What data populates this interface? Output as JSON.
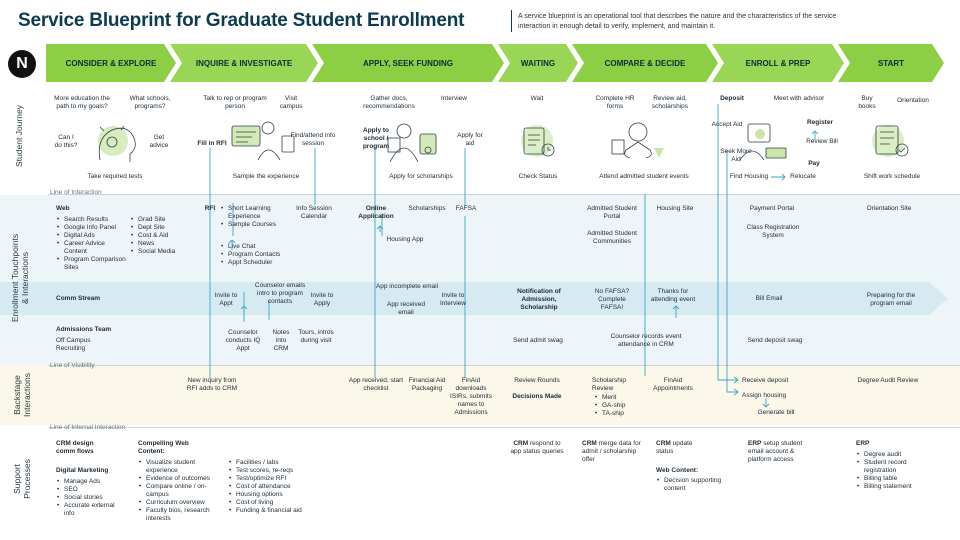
{
  "title": "Service Blueprint for Graduate Student Enrollment",
  "description": "A service blueprint is an operational tool that describes the nature and the characteristics of the service interaction in enough detail to verify, implement, and maintain it.",
  "logo_letter": "N",
  "colors": {
    "phase": "#8ccf45",
    "connector": "#3aa6c8",
    "title": "#0d3b4f"
  },
  "phases": [
    "CONSIDER & EXPLORE",
    "INQUIRE & INVESTIGATE",
    "APPLY, SEEK FUNDING",
    "WAITING",
    "COMPARE & DECIDE",
    "ENROLL & PREP",
    "START"
  ],
  "row_labels": {
    "journey": "Student Journey",
    "touchpoints_1": "Enrollment Touchpoints",
    "touchpoints_2": "& Interactions",
    "backstage_1": "Backstage",
    "backstage_2": "Interactions",
    "support_1": "Support",
    "support_2": "Processes"
  },
  "lines": {
    "interaction": "Line of Interaction",
    "visibility": "Line of Visibility",
    "internal": "Line of Internal Interaction"
  },
  "journey": {
    "consider": {
      "q1": "More education the path to my goals?",
      "q2": "What schools, programs?",
      "q3": "Can I do this?",
      "q4": "Get advice",
      "step": "Take required tests"
    },
    "inquire": {
      "a": "Talk to rep or program person",
      "b": "Visit campus",
      "c": "Fill in RFI",
      "d": "Find/attend info session",
      "step": "Sample the experience"
    },
    "apply": {
      "a": "Gather docs, recommendations",
      "b": "Interview",
      "c": "Apply to school / program",
      "d": "Apply for aid",
      "step": "Apply for scholarships"
    },
    "waiting": {
      "a": "Wait",
      "step": "Check Status"
    },
    "compare": {
      "a": "Complete HR forms",
      "b": "Review aid, scholarships",
      "step": "Attend admitted student events"
    },
    "enroll": {
      "a": "Deposit",
      "b": "Meet with advisor",
      "c": "Accept Aid",
      "d": "Register",
      "e": "Seek More Aid",
      "f": "Review Bill",
      "g": "Pay",
      "h": "Find Housing",
      "i": "Relocate"
    },
    "start": {
      "a": "Buy books",
      "b": "Orientation",
      "step": "Shift work schedule"
    }
  },
  "touch": {
    "web_title": "Web",
    "web_col1": [
      "Search Results",
      "Google Info Panel",
      "Digital Ads",
      "Career Advice Content",
      "Program Comparison Sites"
    ],
    "web_col2": [
      "Grad Site",
      "Dept Site",
      "Cost & Aid",
      "News",
      "Social Media"
    ],
    "rfi": "RFI",
    "inq_list1": [
      "Short Learning Experience",
      "Sample Courses"
    ],
    "inq_list2": [
      "Live Chat",
      "Program Contacts",
      "Appt Scheduler"
    ],
    "info_calendar": "Info Session Calendar",
    "online_app": "Online Application",
    "scholarships": "Scholarships",
    "fafsa": "FAFSA",
    "housing_app": "Housing App",
    "admitted_portal": "Admitted Student Portal",
    "admitted_comm": "Admitted Student Communities",
    "housing_site": "Housing Site",
    "payment_portal": "Payment Portal",
    "class_reg": "Class Registration System",
    "orientation_site": "Orientation Site",
    "comm_stream": "Comm Stream",
    "invite_appt": "Invite to Appt",
    "counselor_emails": "Counselor emails intro to program contacts",
    "invite_apply": "Invite to Apply",
    "app_incomplete": "App incomplete email",
    "app_received": "App received email",
    "invite_interview": "Invite to Interview",
    "notif_admission": "Notification of Admission, Scholarship",
    "no_fafsa": "No FAFSA? Complete FAFSA!",
    "thanks_event": "Thanks for attending event",
    "bill_email": "Bill Email",
    "preparing": "Preparing for the program email",
    "admissions_team": "Admissions Team",
    "off_campus": "Off Campus Recruiting",
    "counselor_conducts": "Counselor conducts IQ Appt",
    "notes_crm": "Notes into CRM",
    "tours": "Tours, intros during visit",
    "send_swag": "Send admit swag",
    "counselor_records": "Counselor records event attendance in CRM",
    "send_deposit_swag": "Send deposit swag"
  },
  "backstage": {
    "new_inquiry": "New inquiry from RFI adds to CRM",
    "app_received": "App received, start checklist",
    "fin_aid_pack": "Financial Aid Packaging",
    "finaid_downloads": "FinAid downloads ISIRs, submits names to Admissions",
    "review_rounds": "Review Rounds",
    "decisions": "Decisions Made",
    "scholarship_review": "Scholarship Review",
    "scholarship_list": [
      "Merit",
      "GA-ship",
      "TA-ship"
    ],
    "finaid_appts": "FinAid Appointments",
    "receive_deposit": "Receive deposit",
    "assign_housing": "Assign housing",
    "generate_bill": "Generate bill",
    "degree_audit": "Degree Audit Review"
  },
  "support": {
    "crm_design": "CRM design comm flows",
    "digital_marketing": "Digital Marketing",
    "dm_list": [
      "Manage Ads",
      "SEO",
      "Social stories",
      "Accurate external info"
    ],
    "compelling": "Compelling Web Content:",
    "cw_list1": [
      "Visualize student experience",
      "Evidence of outcomes",
      "Compare online / on-campus",
      "Curriculum overview",
      "Faculty bios, research interests"
    ],
    "cw_list2": [
      "Facilities / labs",
      "Test scores, re-reqs",
      "Test/optimize RFI",
      "Cost of attendance",
      "Housing options",
      "Cost of living",
      "Funding & financial aid"
    ],
    "crm_respond_b": "CRM",
    "crm_respond": "respond to app status queries",
    "crm_merge_b": "CRM",
    "crm_merge": "merge data for admit / scholarship offer",
    "crm_update_b": "CRM",
    "crm_update": "update status",
    "web_content": "Web Content:",
    "wc_list": [
      "Decision supporting content"
    ],
    "erp_setup_b": "ERP",
    "erp_setup": "setup student email account & platform access",
    "erp": "ERP",
    "erp_list": [
      "Degree audit",
      "Student record registration",
      "Billing table",
      "Billing statement"
    ]
  }
}
